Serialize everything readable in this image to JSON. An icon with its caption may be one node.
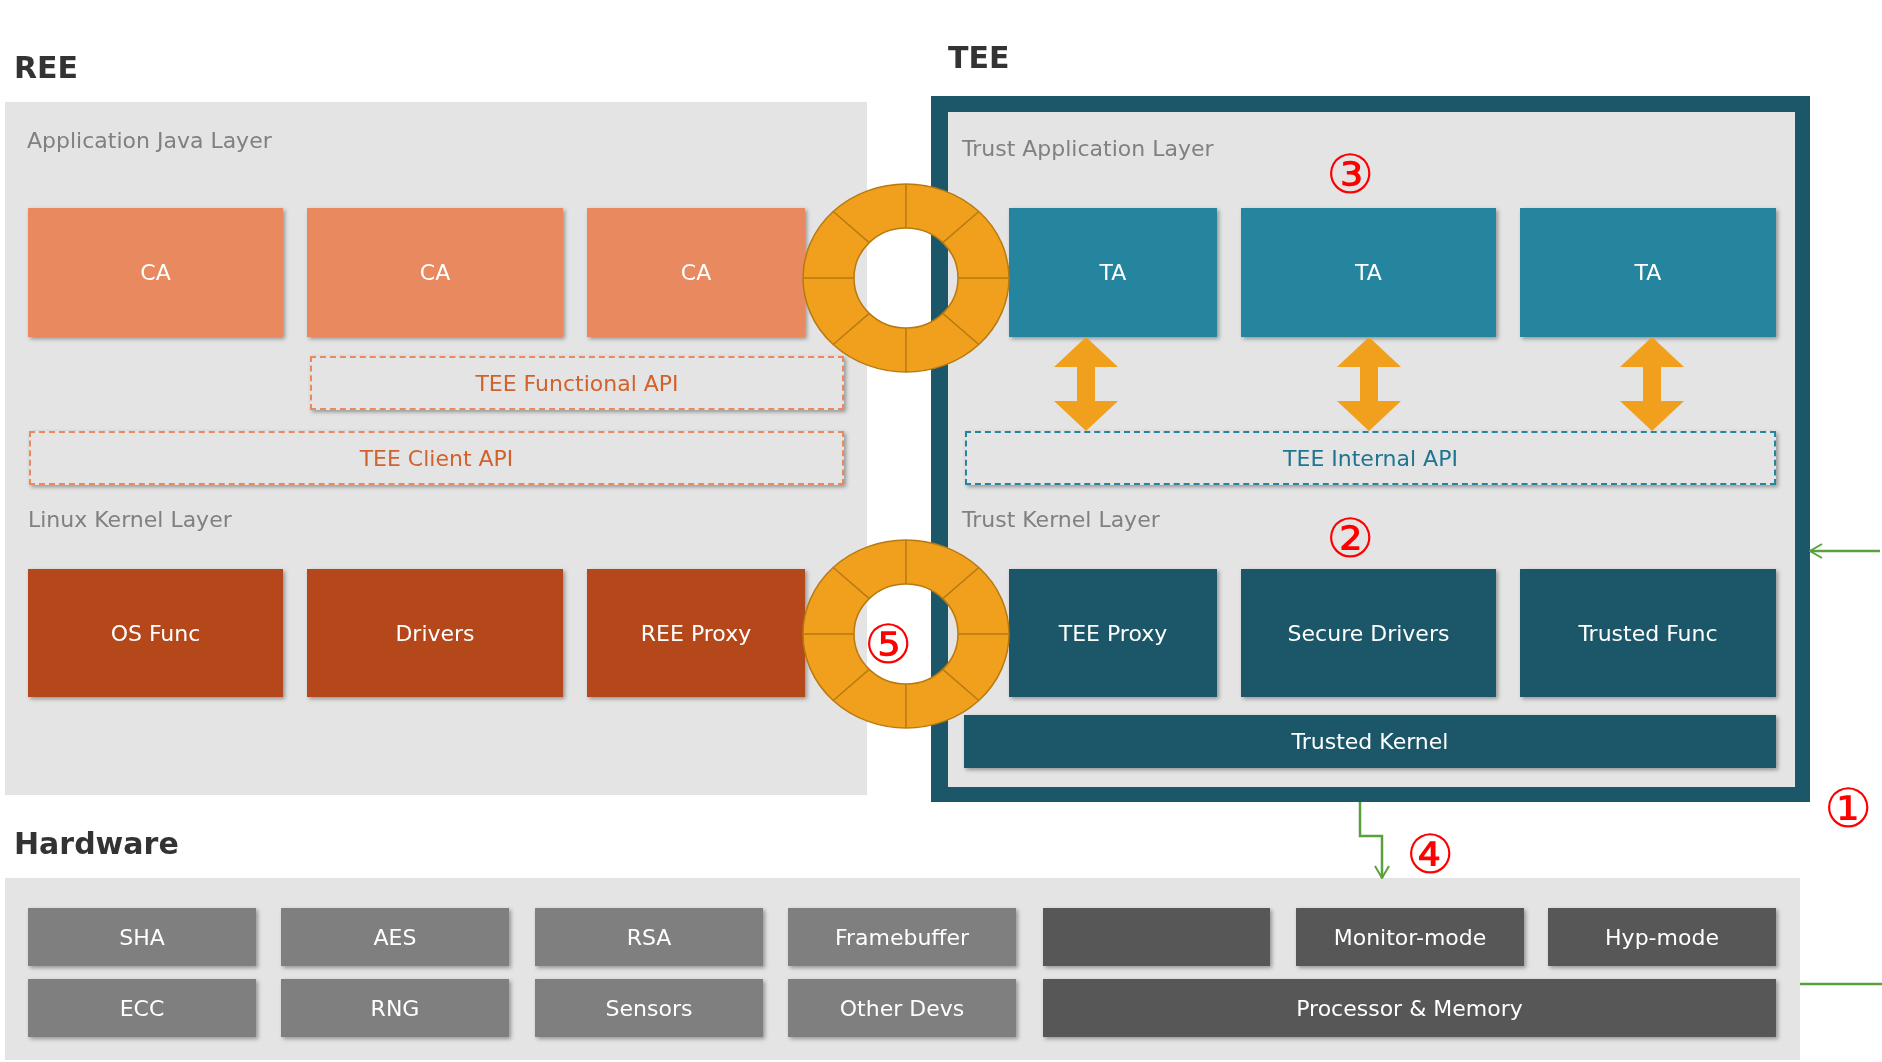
{
  "diagram": {
    "nodes": [
      {
        "text": [
          "REE",
          "Application Java Layer",
          "Linux Kernel Layer"
        ]
      },
      {
        "text": [
          "CA"
        ],
        "in": 0
      },
      {
        "text": [
          "CA"
        ],
        "in": 0
      },
      {
        "text": [
          "CA"
        ],
        "in": 0
      },
      {
        "text": [
          "TEE Functional API"
        ],
        "in": 0
      },
      {
        "text": [
          "TEE Client API"
        ],
        "in": 0
      },
      {
        "text": [
          "OS Func"
        ],
        "in": 0
      },
      {
        "text": [
          "Drivers"
        ],
        "in": 0
      },
      {
        "text": [
          "REE Proxy"
        ],
        "in": 0
      },
      {
        "text": [
          "TEE"
        ]
      },
      {
        "text": [
          "Trust Application Layer",
          "Trust Kernel Layer"
        ],
        "in": 9
      },
      {
        "text": [
          "TA"
        ],
        "in": 10
      },
      {
        "text": [
          "TA"
        ],
        "in": 10
      },
      {
        "text": [
          "TA"
        ],
        "in": 10
      },
      {
        "text": [
          "TEE Internal API"
        ],
        "in": 10
      },
      {
        "text": [
          "TEE Proxy"
        ],
        "in": 10
      },
      {
        "text": [
          "Secure Drivers"
        ],
        "in": 10
      },
      {
        "text": [
          "Trusted Func"
        ],
        "in": 10
      },
      {
        "text": [
          "Trusted Kernel"
        ],
        "in": 10
      },
      {
        "text": [
          "Hardware"
        ]
      },
      {
        "text": [
          "SHA"
        ],
        "in": 19
      },
      {
        "text": [
          "AES"
        ],
        "in": 19
      },
      {
        "text": [
          "RSA"
        ],
        "in": 19
      },
      {
        "text": [
          "Framebuffer"
        ],
        "in": 19
      },
      {
        "text": [],
        "shape": "box",
        "in": 19
      },
      {
        "text": [
          "Monitor-mode"
        ],
        "in": 19
      },
      {
        "text": [
          "Hyp-mode"
        ],
        "in": 19
      },
      {
        "text": [
          "ECC"
        ],
        "in": 19
      },
      {
        "text": [
          "RNG"
        ],
        "in": 19
      },
      {
        "text": [
          "Sensors"
        ],
        "in": 19
      },
      {
        "text": [
          "Other Devs"
        ],
        "in": 19
      },
      {
        "text": [
          "Processor & Memory"
        ],
        "in": 19
      },
      {
        "text": [],
        "shape": "ring"
      },
      {
        "text": [],
        "shape": "ring"
      }
    ],
    "edges": [
      {
        "from": 11,
        "to": 14,
        "arrow": "both",
        "style": "thick"
      },
      {
        "from": 12,
        "to": 14,
        "arrow": "both",
        "style": "thick"
      },
      {
        "from": 13,
        "to": 14,
        "arrow": "both",
        "style": "thick"
      },
      {
        "from": 9,
        "to": 19,
        "arrow": "to",
        "color": "#5aa03c"
      },
      {
        "from": null,
        "to": 9,
        "arrow": "to",
        "color": "#5aa03c"
      },
      {
        "from": 19,
        "to": null,
        "arrow": "none",
        "color": "#5aa03c"
      }
    ],
    "labels": [
      "③",
      "②",
      "⑤",
      "①",
      "④"
    ]
  }
}
